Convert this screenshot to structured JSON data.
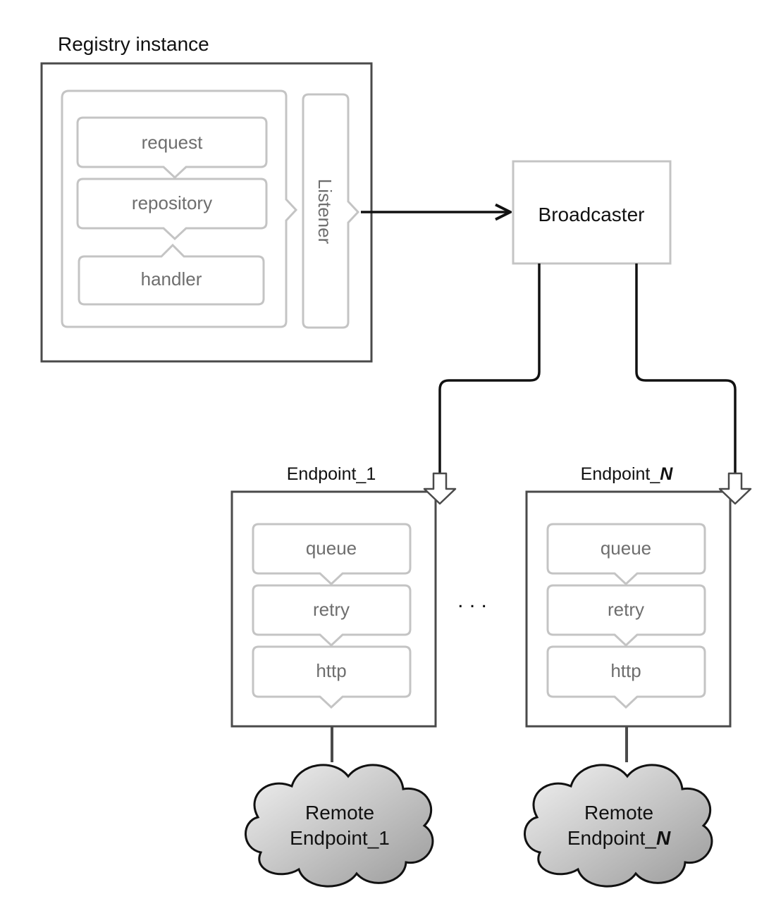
{
  "registry": {
    "title": "Registry instance",
    "stack": [
      "request",
      "repository",
      "handler"
    ],
    "listener": "Listener"
  },
  "broadcaster": {
    "label": "Broadcaster"
  },
  "endpoints": [
    {
      "title_prefix": "Endpoint_",
      "title_suffix": "1",
      "stack": [
        "queue",
        "retry",
        "http"
      ],
      "remote": {
        "line1": "Remote",
        "line2_prefix": "Endpoint_",
        "line2_suffix": "1"
      }
    },
    {
      "title_prefix": "Endpoint_",
      "title_suffix": "N",
      "stack": [
        "queue",
        "retry",
        "http"
      ],
      "remote": {
        "line1": "Remote",
        "line2_prefix": "Endpoint_",
        "line2_suffix": "N"
      }
    }
  ],
  "ellipsis": ". . .",
  "colors": {
    "light_outline": "#c4c4c4",
    "dark_outline": "#4a4a4a",
    "cloud_light": "#f0f0f0",
    "cloud_dark": "#9a9a9a"
  }
}
